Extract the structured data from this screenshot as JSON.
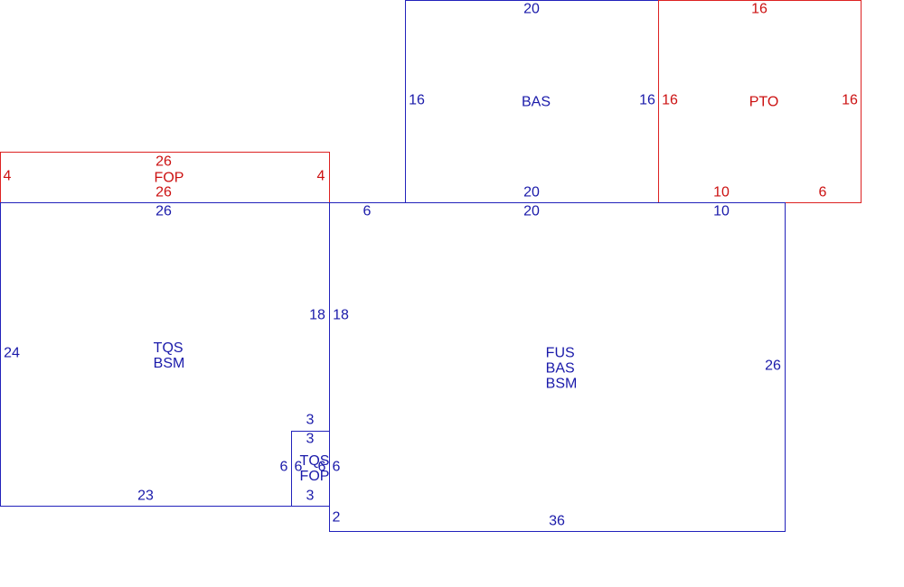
{
  "rooms": {
    "fop_top": {
      "color": "#dd2222",
      "names": [
        "FOP"
      ],
      "dims": {
        "top": "26",
        "bottom": "26",
        "left": "4",
        "right": "4"
      }
    },
    "bas_top": {
      "color": "#2222bb",
      "names": [
        "BAS"
      ],
      "dims": {
        "top": "20",
        "bottom": "20",
        "left": "16",
        "right": "16"
      }
    },
    "pto": {
      "color": "#dd2222",
      "names": [
        "PTO"
      ],
      "dims": {
        "top": "16",
        "bottom_a": "10",
        "bottom_b": "6",
        "left": "16",
        "right": "16"
      }
    },
    "tqs_bsm": {
      "color": "#2222bb",
      "names": [
        "TQS",
        "BSM"
      ],
      "dims": {
        "top": "26",
        "bottom": "23",
        "left": "24",
        "right": "18",
        "notch_top": "3"
      }
    },
    "tqs_fop": {
      "color": "#2222bb",
      "names": [
        "TQS",
        "FOP"
      ],
      "dims": {
        "top": "3",
        "bottom": "3",
        "left": "6",
        "left_inner": "6",
        "right_inner": "6",
        "right": "6"
      }
    },
    "fus_bas_bsm": {
      "color": "#2222bb",
      "names": [
        "FUS",
        "BAS",
        "BSM"
      ],
      "dims": {
        "top_a": "6",
        "top_b": "20",
        "top_c": "10",
        "left": "18",
        "right": "26",
        "bottom": "36",
        "bottom_left": "2"
      }
    }
  }
}
